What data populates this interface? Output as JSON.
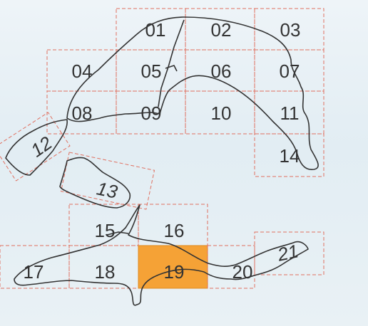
{
  "map": {
    "selected_tile": "19",
    "colors": {
      "grid_line": "#e07060",
      "selected_fill": "#f5a236",
      "coastline": "#333333",
      "label": "#333333"
    },
    "tiles": [
      {
        "id": "01",
        "label": "01"
      },
      {
        "id": "02",
        "label": "02"
      },
      {
        "id": "03",
        "label": "03"
      },
      {
        "id": "04",
        "label": "04"
      },
      {
        "id": "05",
        "label": "05"
      },
      {
        "id": "06",
        "label": "06"
      },
      {
        "id": "07",
        "label": "07"
      },
      {
        "id": "08",
        "label": "08"
      },
      {
        "id": "09",
        "label": "09"
      },
      {
        "id": "10",
        "label": "10"
      },
      {
        "id": "11",
        "label": "11"
      },
      {
        "id": "12",
        "label": "12"
      },
      {
        "id": "13",
        "label": "13"
      },
      {
        "id": "14",
        "label": "14"
      },
      {
        "id": "15",
        "label": "15"
      },
      {
        "id": "16",
        "label": "16"
      },
      {
        "id": "17",
        "label": "17"
      },
      {
        "id": "18",
        "label": "18"
      },
      {
        "id": "19",
        "label": "19"
      },
      {
        "id": "20",
        "label": "20"
      },
      {
        "id": "21",
        "label": "21"
      }
    ]
  }
}
